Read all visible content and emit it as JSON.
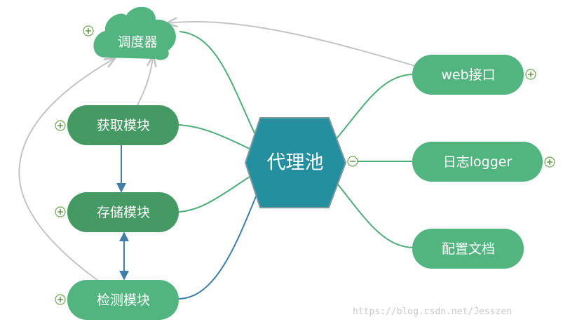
{
  "center": {
    "label": "代理池",
    "fill": "#248f9f",
    "stroke": "#7e9aa0"
  },
  "colors": {
    "light_node": "#52b47e",
    "dark_node": "#459a64",
    "green_link": "#4fae78",
    "blue_link": "#3f7ea8",
    "gray_link": "#c4c4c4",
    "toggle": "#6aa84f"
  },
  "scheduler": {
    "label": "调度器",
    "shape": "cloud"
  },
  "left_nodes": [
    {
      "label": "获取模块"
    },
    {
      "label": "存储模块"
    },
    {
      "label": "检测模块"
    }
  ],
  "right_nodes": [
    {
      "label": "web接口"
    },
    {
      "label": "日志logger"
    },
    {
      "label": "配置文档"
    }
  ],
  "watermark": "https://blog.csdn.net/Jesszen"
}
